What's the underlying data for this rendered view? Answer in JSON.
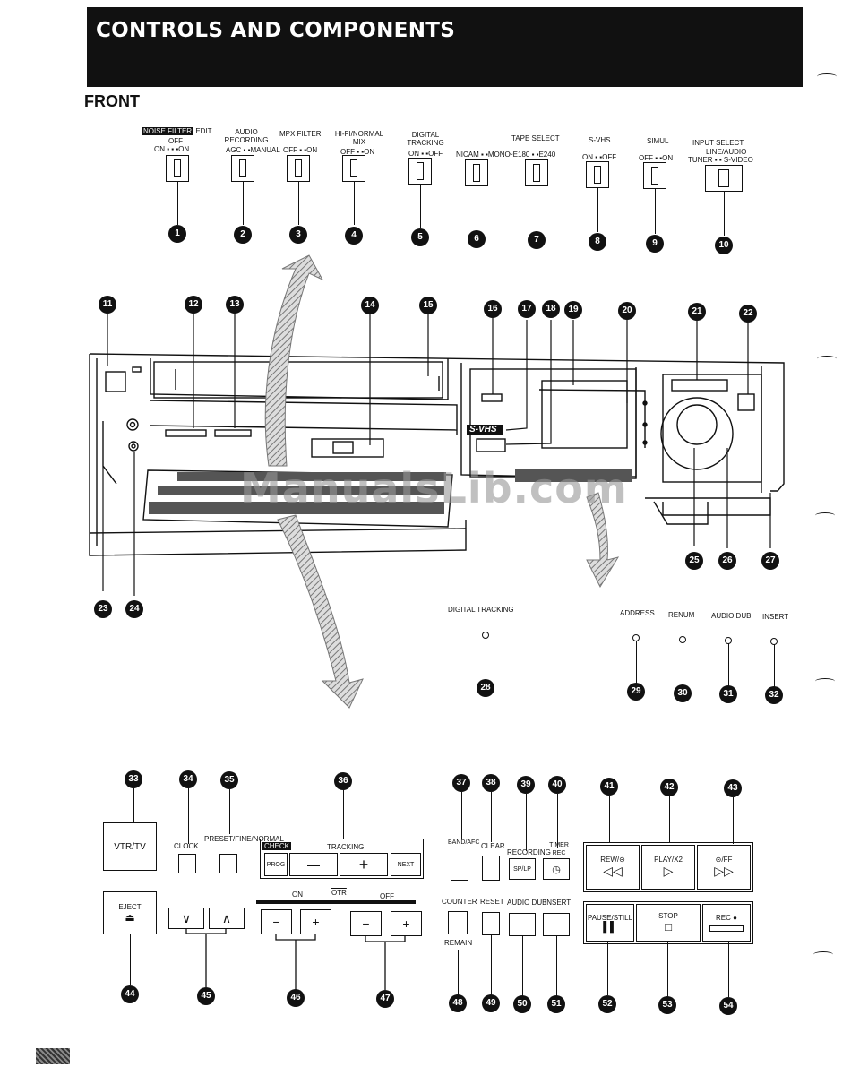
{
  "header": {
    "title": "CONTROLS AND COMPONENTS",
    "section": "FRONT"
  },
  "switches": {
    "noise_filter": {
      "highlight": "NOISE FILTER",
      "suffix": "EDIT",
      "mid": "OFF",
      "opts": "ON ▪ ▪ ▪ON"
    },
    "audio_recording": {
      "title": "AUDIO RECORDING",
      "opts": "AGC ▪ ▪MANUAL"
    },
    "mpx_filter": {
      "title": "MPX FILTER",
      "opts": "OFF ▪ ▪ON"
    },
    "hifi_mix": {
      "title": "HI-FI/NORMAL MIX",
      "opts": "OFF ▪ ▪ON"
    },
    "digital_tracking": {
      "title": "DIGITAL TRACKING",
      "opts": "ON ▪ ▪OFF"
    },
    "nicam": {
      "opts": "NICAM ▪ ▪MONO"
    },
    "tape_select": {
      "title": "TAPE SELECT",
      "opts": "~E180 ▪ ▪E240"
    },
    "svhs": {
      "title": "S-VHS",
      "opts": "ON ▪ ▪OFF"
    },
    "simul": {
      "title": "SIMUL",
      "opts": "OFF ▪ ▪ON"
    },
    "input_select": {
      "title": "INPUT SELECT",
      "sub": "LINE/AUDIO",
      "opts": "TUNER ▪ ▪ S-VIDEO"
    }
  },
  "callouts": [
    "1",
    "2",
    "3",
    "4",
    "5",
    "6",
    "7",
    "8",
    "9",
    "10",
    "11",
    "12",
    "13",
    "14",
    "15",
    "16",
    "17",
    "18",
    "19",
    "20",
    "21",
    "22",
    "23",
    "24",
    "25",
    "26",
    "27",
    "28",
    "29",
    "30",
    "31",
    "32",
    "33",
    "34",
    "35",
    "36",
    "37",
    "38",
    "39",
    "40",
    "41",
    "42",
    "43",
    "44",
    "45",
    "46",
    "47",
    "48",
    "49",
    "50",
    "51",
    "52",
    "53",
    "54"
  ],
  "panel_labels": {
    "digital_tracking": "DIGITAL TRACKING",
    "address": "ADDRESS",
    "renum": "RENUM",
    "audio_dub": "AUDIO DUB",
    "insert": "INSERT"
  },
  "vcr": {
    "svhs_logo": "S-VHS"
  },
  "watermark": "ManualsLib.com",
  "buttons": {
    "vtr_tv": "VTR/TV",
    "eject": "EJECT",
    "eject_symbol": "⏏",
    "clock": "CLOCK",
    "preset": "PRESET/FINE/NORMAL",
    "check": "CHECK",
    "tracking": "TRACKING",
    "prog": "PROG",
    "minus": "—",
    "plus": "+",
    "next": "NEXT",
    "down": "∨",
    "up": "∧",
    "on": "ON",
    "otr": "OTR",
    "off": "OFF",
    "small_minus": "−",
    "small_plus": "+",
    "band_afc": "BAND/AFC",
    "clear": "CLEAR",
    "recording": "RECORDING",
    "sp_lp": "SP/LP",
    "timer_rec": "TIMER REC",
    "timer_symbol": "◷",
    "counter": "COUNTER",
    "remain": "REMAIN",
    "reset": "RESET",
    "audio_dub": "AUDIO DUB",
    "insert": "INSERT",
    "rew": "REW/⊝",
    "rew_symbol": "◁◁",
    "play": "PLAY/X2",
    "play_symbol": "▷",
    "ff": "⊝/FF",
    "ff_symbol": "▷▷",
    "pause": "PAUSE/STILL",
    "pause_symbol": "▌▌",
    "stop": "STOP",
    "stop_symbol": "□",
    "rec": "REC ●"
  }
}
